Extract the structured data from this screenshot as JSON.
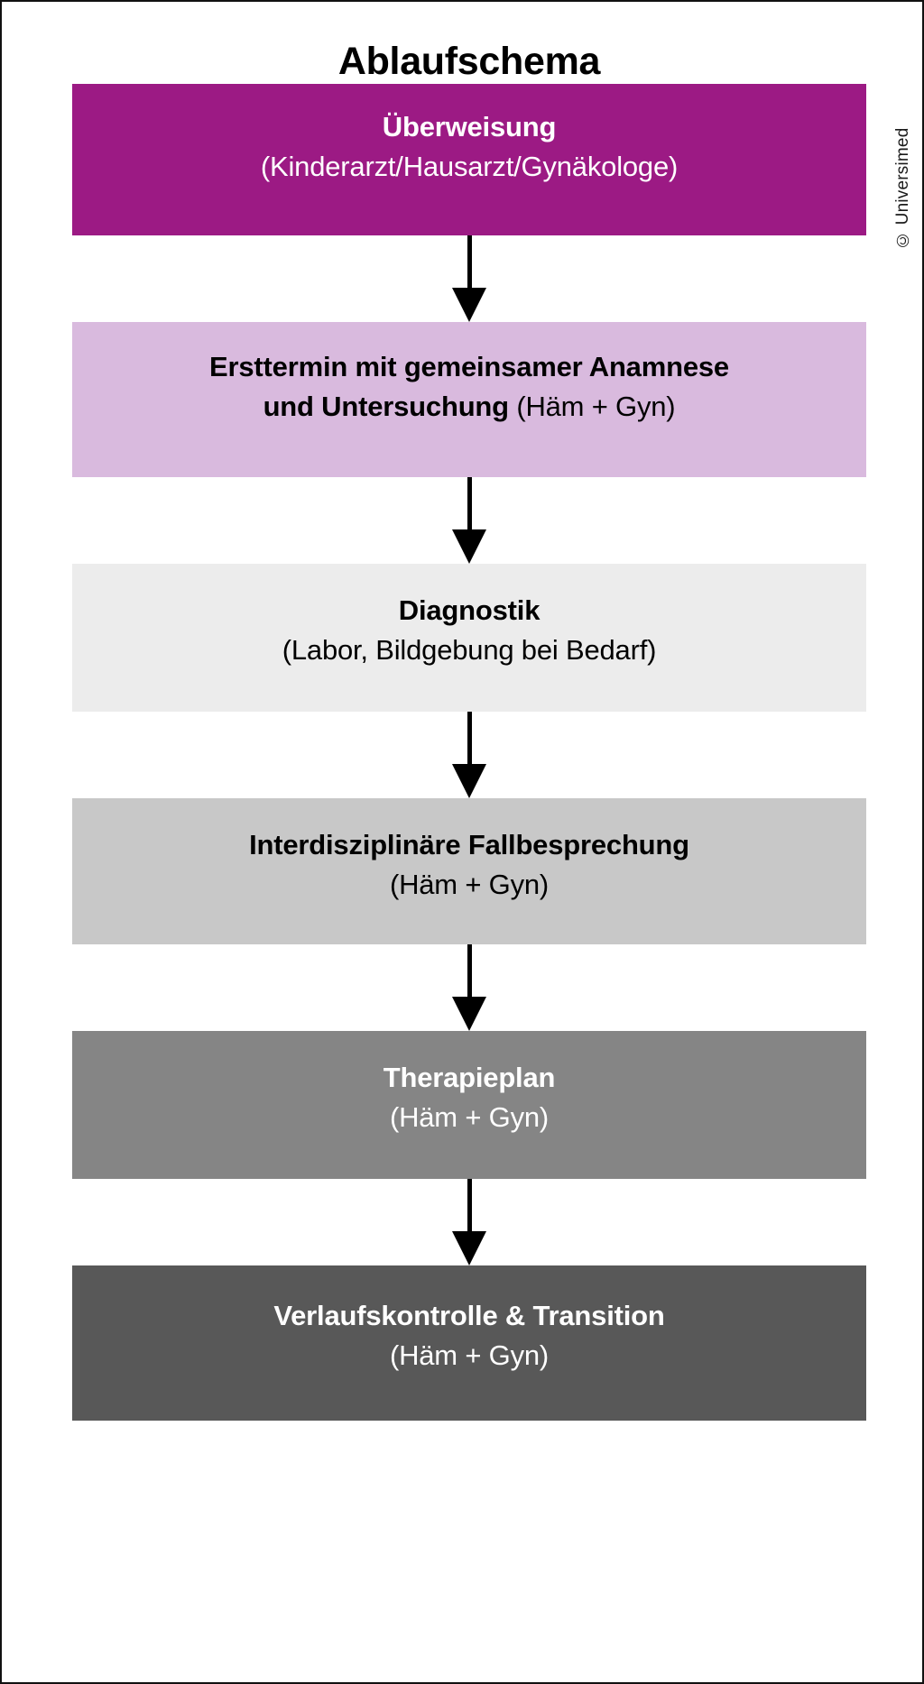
{
  "figure": {
    "title": "Ablaufschema",
    "copyright": "© Universimed",
    "colors": {
      "box1": "#9c1a84",
      "box2": "#d9bade",
      "box3": "#ececec",
      "box4": "#c8c8c8",
      "box5": "#858585",
      "box6": "#585858",
      "arrow": "#000000",
      "background": "#ffffff"
    }
  },
  "chart_data": {
    "type": "diagram",
    "title": "Ablaufschema",
    "steps": [
      {
        "id": "step-1",
        "line1": "Überweisung",
        "line2": "(Kinderarzt/Hausarzt/Gynäkologe)",
        "background": "#9c1a84",
        "text_color": "#ffffff"
      },
      {
        "id": "step-2",
        "line1": "Ersttermin mit gemeinsamer Anamnese",
        "line2_bold": "und Untersuchung",
        "line2_regular": "(Häm + Gyn)",
        "background": "#d9bade",
        "text_color": "#000000"
      },
      {
        "id": "step-3",
        "line1": "Diagnostik",
        "line2": "(Labor, Bildgebung bei Bedarf)",
        "background": "#ececec",
        "text_color": "#000000"
      },
      {
        "id": "step-4",
        "line1": "Interdisziplinäre Fallbesprechung",
        "line2": "(Häm + Gyn)",
        "background": "#c8c8c8",
        "text_color": "#000000"
      },
      {
        "id": "step-5",
        "line1": "Therapieplan",
        "line2": "(Häm + Gyn)",
        "background": "#858585",
        "text_color": "#ffffff"
      },
      {
        "id": "step-6",
        "line1": "Verlaufskontrolle & Transition",
        "line2": "(Häm + Gyn)",
        "background": "#585858",
        "text_color": "#ffffff"
      }
    ],
    "connectors": 5,
    "direction": "top-to-bottom"
  }
}
